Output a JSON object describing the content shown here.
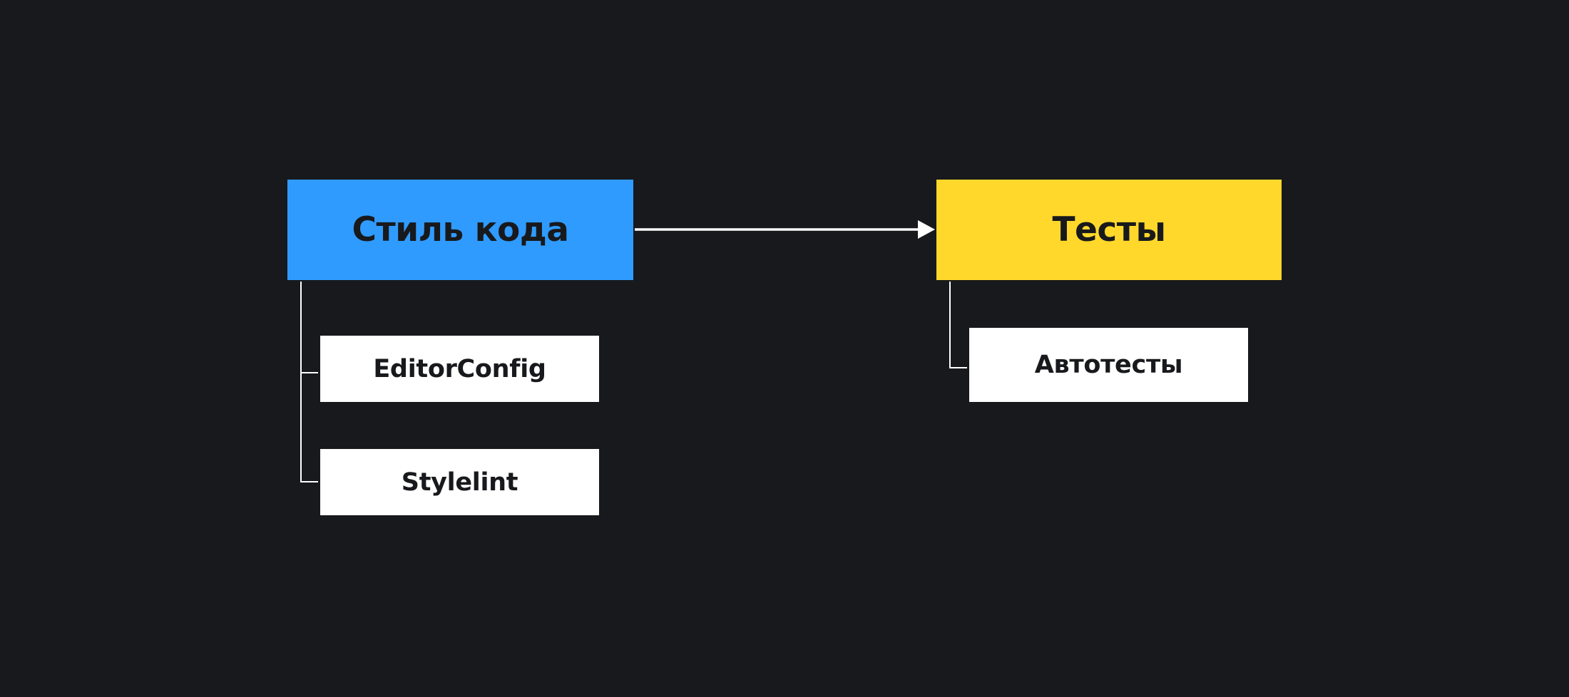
{
  "nodes": {
    "code_style": {
      "label": "Стиль кода",
      "color": "#2f9bff"
    },
    "tests": {
      "label": "Тесты",
      "color": "#ffd82b"
    },
    "editorconfig": {
      "label": "EditorConfig"
    },
    "stylelint": {
      "label": "Stylelint"
    },
    "autotests": {
      "label": "Автотесты"
    }
  },
  "colors": {
    "background": "#18191c",
    "connector": "#ffffff",
    "sub_box": "#ffffff"
  }
}
